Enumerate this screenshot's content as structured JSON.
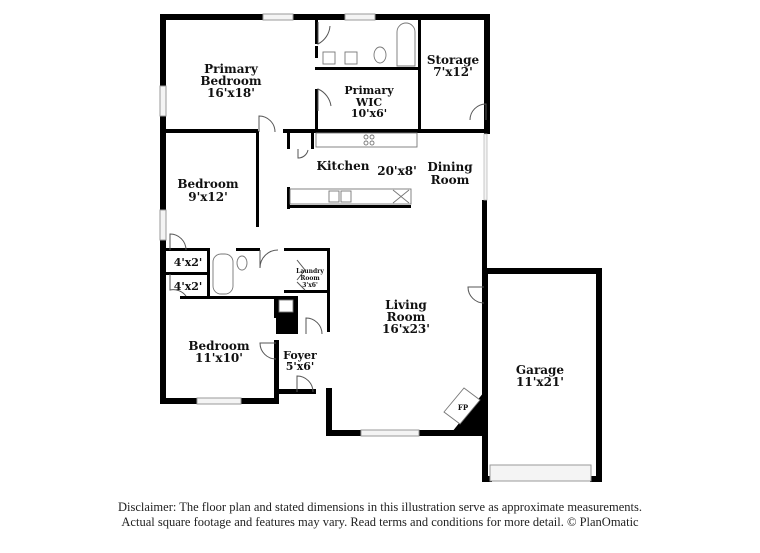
{
  "floor_plan": {
    "rooms": [
      {
        "id": "primary-bedroom",
        "name_lines": [
          "Primary",
          "Bedroom"
        ],
        "dimensions": "16'x18'"
      },
      {
        "id": "primary-wic",
        "name_lines": [
          "Primary",
          "WIC"
        ],
        "dimensions": "10'x6'"
      },
      {
        "id": "storage",
        "name_lines": [
          "Storage"
        ],
        "dimensions": "7'x12'"
      },
      {
        "id": "kitchen",
        "name_lines": [
          "Kitchen"
        ],
        "dimensions": "20'x8'"
      },
      {
        "id": "dining-room",
        "name_lines": [
          "Dining",
          "Room"
        ],
        "dimensions": ""
      },
      {
        "id": "bedroom-2",
        "name_lines": [
          "Bedroom"
        ],
        "dimensions": "9'x12'"
      },
      {
        "id": "closet-1",
        "name_lines": [],
        "dimensions": "4'x2'"
      },
      {
        "id": "closet-2",
        "name_lines": [],
        "dimensions": "4'x2'"
      },
      {
        "id": "laundry-room",
        "name_lines": [
          "Laundry",
          "Room"
        ],
        "dimensions": "3'x6'"
      },
      {
        "id": "bedroom-3",
        "name_lines": [
          "Bedroom"
        ],
        "dimensions": "11'x10'"
      },
      {
        "id": "foyer",
        "name_lines": [
          "Foyer"
        ],
        "dimensions": "5'x6'"
      },
      {
        "id": "living-room",
        "name_lines": [
          "Living",
          "Room"
        ],
        "dimensions": "16'x23'"
      },
      {
        "id": "garage",
        "name_lines": [
          "Garage"
        ],
        "dimensions": "11'x21'"
      }
    ],
    "fireplace_label": "FP"
  },
  "labels": {
    "primary_bedroom_1": "Primary",
    "primary_bedroom_2": "Bedroom",
    "primary_bedroom_dim": "16'x18'",
    "wic_1": "Primary",
    "wic_2": "WIC",
    "wic_dim": "10'x6'",
    "storage": "Storage",
    "storage_dim": "7'x12'",
    "kitchen": "Kitchen",
    "kitchen_dim": "20'x8'",
    "dining_1": "Dining",
    "dining_2": "Room",
    "bedroom2": "Bedroom",
    "bedroom2_dim": "9'x12'",
    "closet1_dim": "4'x2'",
    "closet2_dim": "4'x2'",
    "laundry_1": "Laundry",
    "laundry_2": "Room",
    "laundry_dim": "3'x6'",
    "bedroom3": "Bedroom",
    "bedroom3_dim": "11'x10'",
    "foyer": "Foyer",
    "foyer_dim": "5'x6'",
    "living_1": "Living",
    "living_2": "Room",
    "living_dim": "16'x23'",
    "garage": "Garage",
    "garage_dim": "11'x21'",
    "fp": "FP"
  },
  "disclaimer": {
    "line1": "Disclaimer: The floor plan and stated dimensions in this illustration serve as approximate measurements.",
    "line2": "Actual square footage and features may vary. Read terms and conditions for more detail. © PlanOmatic"
  }
}
